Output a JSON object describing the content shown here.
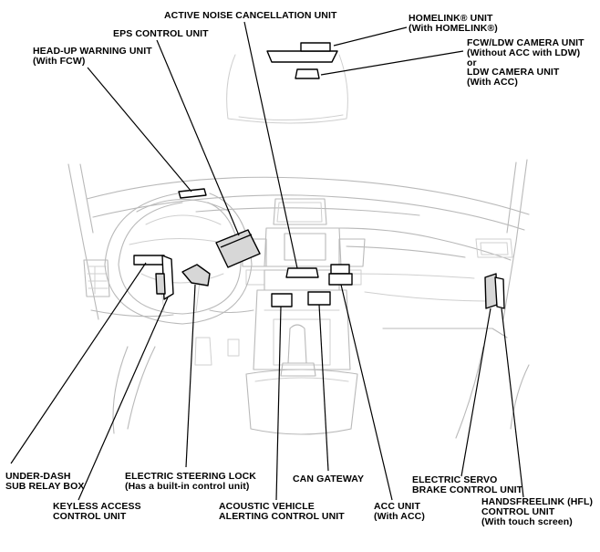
{
  "labels": {
    "active_noise": "ACTIVE NOISE CANCELLATION UNIT",
    "eps": "EPS CONTROL UNIT",
    "headup_1": "HEAD-UP WARNING UNIT",
    "headup_2": "(With FCW)",
    "homelink_1": "HOMELINK® UNIT",
    "homelink_2": "(With HOMELINK®)",
    "fcw_1": "FCW/LDW CAMERA UNIT",
    "fcw_2": "(Without ACC with LDW)",
    "fcw_3": "or",
    "fcw_4": "LDW CAMERA UNIT",
    "fcw_5": "(With ACC)",
    "underdash_1": "UNDER-DASH",
    "underdash_2": "SUB RELAY BOX",
    "keyless_1": "KEYLESS ACCESS",
    "keyless_2": "CONTROL UNIT",
    "steering_1": "ELECTRIC STEERING LOCK",
    "steering_2": "(Has a built-in control unit)",
    "acoustic_1": "ACOUSTIC VEHICLE",
    "acoustic_2": "ALERTING CONTROL UNIT",
    "can": "CAN GATEWAY",
    "acc_1": "ACC UNIT",
    "acc_2": "(With ACC)",
    "servo_1": "ELECTRIC SERVO",
    "servo_2": "BRAKE CONTROL UNIT",
    "hfl_1": "HANDSFREELINK (HFL)",
    "hfl_2": "CONTROL UNIT",
    "hfl_3": "(With touch screen)"
  }
}
